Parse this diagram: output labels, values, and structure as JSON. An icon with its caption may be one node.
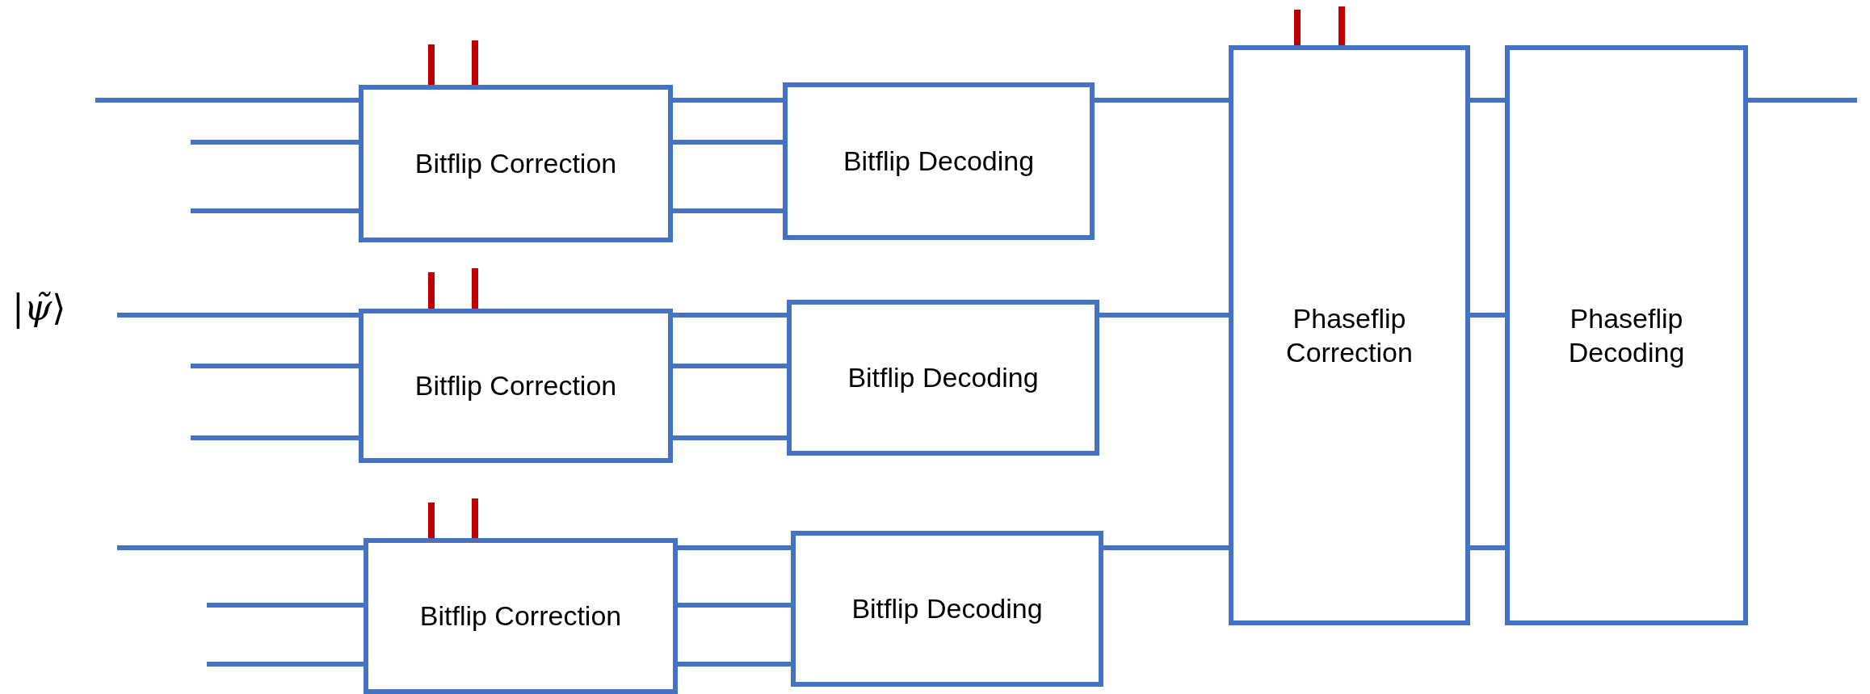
{
  "diagram": {
    "nodes": [
      {
        "text": [
          "Bitflip Correction"
        ]
      },
      {
        "text": [
          "Bitflip Decoding"
        ]
      },
      {
        "text": [
          "Bitflip Correction"
        ]
      },
      {
        "text": [
          "Bitflip Decoding"
        ]
      },
      {
        "text": [
          "Bitflip Correction"
        ]
      },
      {
        "text": [
          "Bitflip Decoding"
        ]
      },
      {
        "text": [
          "Phaseflip Correction"
        ]
      },
      {
        "text": [
          "Phaseflip Decoding"
        ]
      }
    ],
    "edges": [
      {
        "from": null,
        "to": 0,
        "arrow": "none"
      },
      {
        "from": null,
        "to": 0,
        "arrow": "none"
      },
      {
        "from": null,
        "to": 0,
        "arrow": "none"
      },
      {
        "from": 0,
        "to": 1,
        "arrow": "none"
      },
      {
        "from": 0,
        "to": 1,
        "arrow": "none"
      },
      {
        "from": 0,
        "to": 1,
        "arrow": "none"
      },
      {
        "from": null,
        "to": 2,
        "arrow": "none"
      },
      {
        "from": null,
        "to": 2,
        "arrow": "none"
      },
      {
        "from": null,
        "to": 2,
        "arrow": "none"
      },
      {
        "from": 2,
        "to": 3,
        "arrow": "none"
      },
      {
        "from": 2,
        "to": 3,
        "arrow": "none"
      },
      {
        "from": 2,
        "to": 3,
        "arrow": "none"
      },
      {
        "from": null,
        "to": 4,
        "arrow": "none"
      },
      {
        "from": null,
        "to": 4,
        "arrow": "none"
      },
      {
        "from": null,
        "to": 4,
        "arrow": "none"
      },
      {
        "from": 4,
        "to": 5,
        "arrow": "none"
      },
      {
        "from": 4,
        "to": 5,
        "arrow": "none"
      },
      {
        "from": 4,
        "to": 5,
        "arrow": "none"
      },
      {
        "from": 1,
        "to": 6,
        "arrow": "none"
      },
      {
        "from": 3,
        "to": 6,
        "arrow": "none"
      },
      {
        "from": 5,
        "to": 6,
        "arrow": "none"
      },
      {
        "from": 6,
        "to": 7,
        "arrow": "none"
      },
      {
        "from": 6,
        "to": 7,
        "arrow": "none"
      },
      {
        "from": 6,
        "to": 7,
        "arrow": "none"
      },
      {
        "from": 7,
        "to": null,
        "arrow": "none"
      },
      {
        "from": null,
        "to": 0,
        "arrow": "none",
        "color": "#c00000"
      },
      {
        "from": null,
        "to": 0,
        "arrow": "none",
        "color": "#c00000"
      },
      {
        "from": null,
        "to": 2,
        "arrow": "none",
        "color": "#c00000"
      },
      {
        "from": null,
        "to": 2,
        "arrow": "none",
        "color": "#c00000"
      },
      {
        "from": null,
        "to": 4,
        "arrow": "none",
        "color": "#c00000"
      },
      {
        "from": null,
        "to": 4,
        "arrow": "none",
        "color": "#c00000"
      },
      {
        "from": null,
        "to": 6,
        "arrow": "none",
        "color": "#c00000"
      },
      {
        "from": null,
        "to": 6,
        "arrow": "none",
        "color": "#c00000"
      }
    ],
    "labels": [
      "|*ψ̃*⟩"
    ]
  }
}
